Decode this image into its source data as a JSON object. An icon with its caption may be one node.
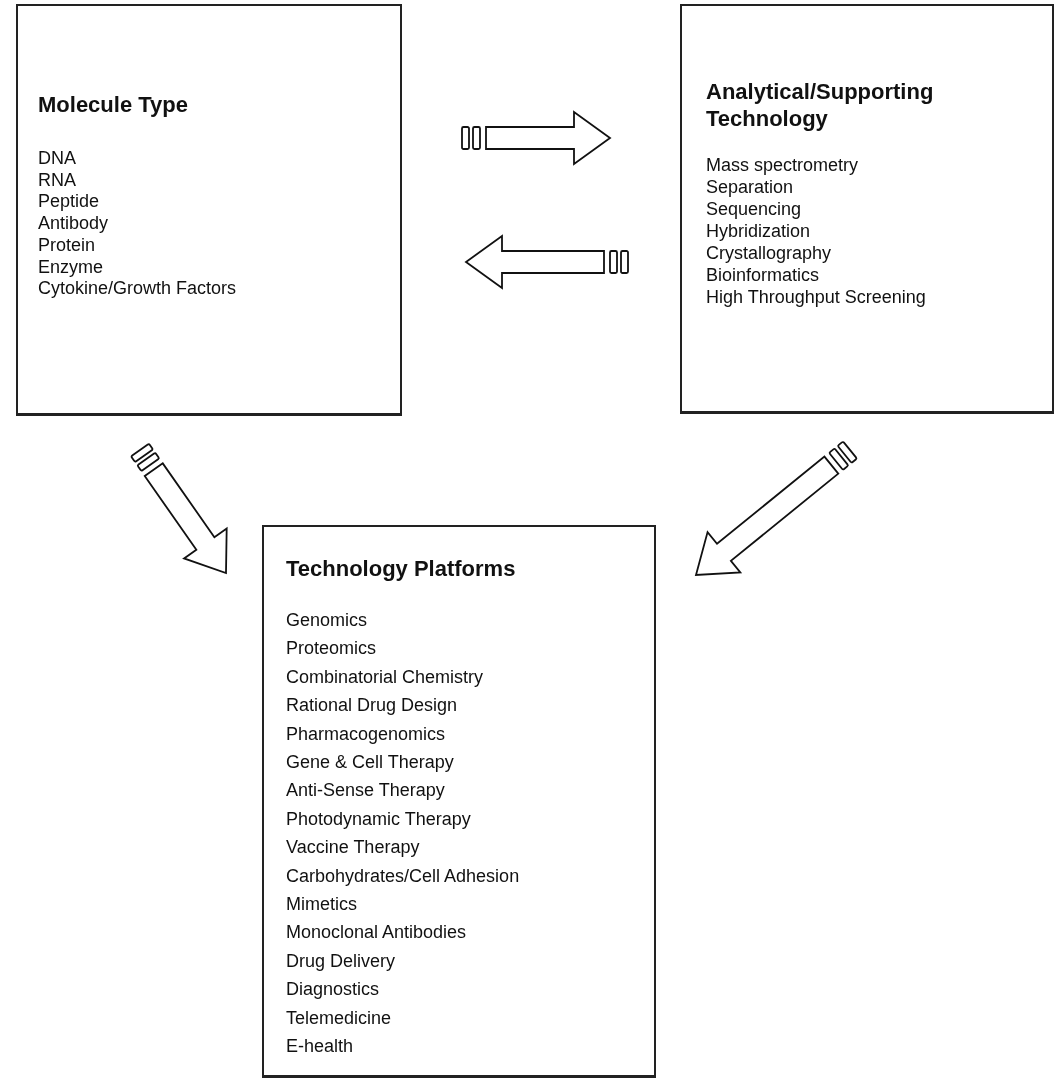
{
  "diagram": {
    "nodes": [
      {
        "text": [
          "Molecule Type",
          "DNA",
          "RNA",
          "Peptide",
          "Antibody",
          "Protein",
          "Enzyme",
          "Cytokine/Growth Factors"
        ]
      },
      {
        "text": [
          "Analytical/Supporting Technology",
          "Mass spectrometry",
          "Separation",
          "Sequencing",
          "Hybridization",
          "Crystallography",
          "Bioinformatics",
          "High Throughput Screening"
        ]
      },
      {
        "text": [
          "Technology Platforms",
          "Genomics",
          "Proteomics",
          "Combinatorial Chemistry",
          "Rational Drug Design",
          "Pharmacogenomics",
          "Gene & Cell Therapy",
          "Anti-Sense Therapy",
          "Photodynamic Therapy",
          "Vaccine Therapy",
          "Carbohydrates/Cell Adhesion",
          "Mimetics",
          "Monoclonal Antibodies",
          "Drug Delivery",
          "Diagnostics",
          "Telemedicine",
          "E-health"
        ]
      }
    ],
    "edges": [
      {
        "from": 0,
        "to": 1,
        "arrow": "to"
      },
      {
        "from": 1,
        "to": 0,
        "arrow": "to"
      },
      {
        "from": 0,
        "to": 2,
        "arrow": "to"
      },
      {
        "from": 1,
        "to": 2,
        "arrow": "to"
      }
    ]
  }
}
